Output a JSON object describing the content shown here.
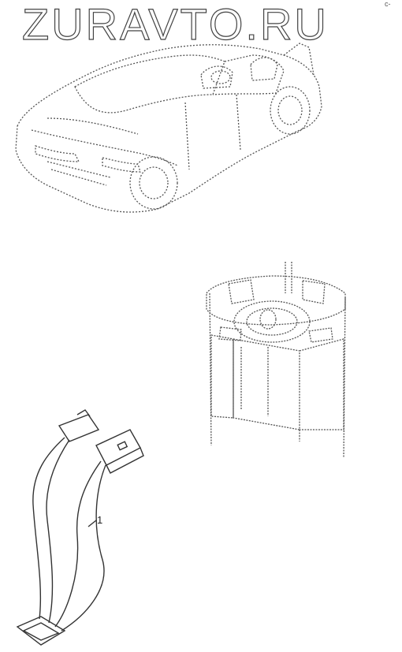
{
  "watermark": {
    "text": "ZURAVTO.RU"
  },
  "corner_mark": "c-",
  "callouts": [
    {
      "label": "1"
    }
  ],
  "colors": {
    "line": "#333333",
    "dash": "#555555",
    "background": "#ffffff"
  }
}
